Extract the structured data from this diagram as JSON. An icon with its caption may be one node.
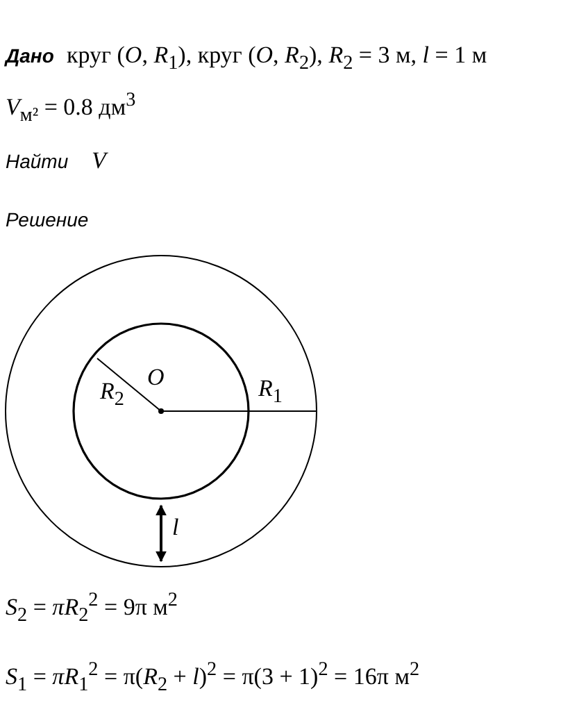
{
  "diagram": {
    "labels": [
      "Дано",
      "круг (*O*, *R*$_{1}$), круг (*O*, *R*$_{2}$), *R*$_{2}$ = 3 м, *l* = 1 м",
      "*V*$_{м²}$ = 0.8 дм$^{3}$",
      "Найти",
      "*V*",
      "Решение",
      "*O*",
      "*R*$_{2}$",
      "*R*$_{1}$",
      "*l*",
      "*S*$_{2}$ = *πR*$_{2}$$^{2}$ = 9π м$^{2}$",
      "*S*$_{1}$ = *πR*$_{1}$$^{2}$ = π(*R*$_{2}$ + *l*)$^{2}$ = π(3 + 1)$^{2}$ = 16π м$^{2}$"
    ]
  }
}
